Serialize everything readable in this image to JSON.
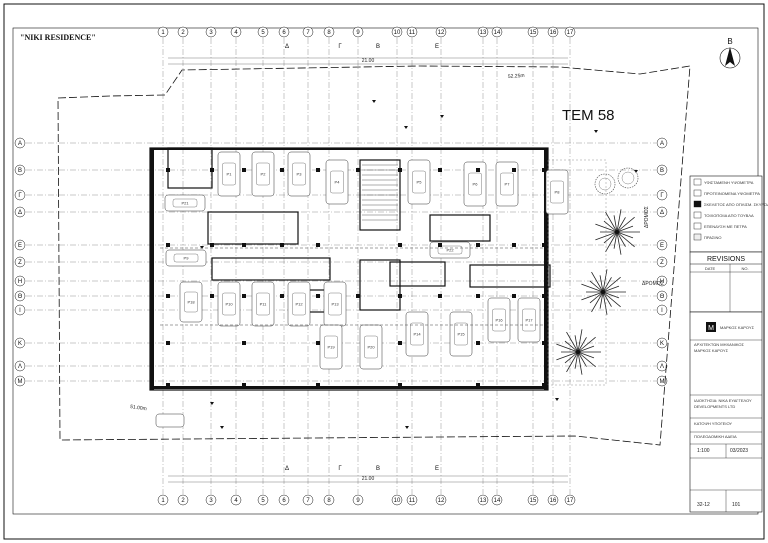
{
  "title": "\"NIKI RESIDENCE\"",
  "plot_label": "TEM 58",
  "road_label": "ΔΡΟΜΟΣ",
  "grid_numbers": [
    "1",
    "2",
    "3",
    "4",
    "5",
    "6",
    "7",
    "8",
    "9",
    "10",
    "11",
    "12",
    "13",
    "14",
    "15",
    "16",
    "17"
  ],
  "grid_greek_top": [
    "Δ",
    "Γ",
    "Β",
    "Ε"
  ],
  "grid_letters_left": [
    "A",
    "B",
    "Γ",
    "Δ",
    "E",
    "Z",
    "H",
    "Θ",
    "I",
    "K",
    "Λ",
    "M"
  ],
  "north_label": "B",
  "distances": [
    "52.25m",
    "51.00m",
    "21.00",
    "21.00"
  ],
  "legend": {
    "items": [
      "ΥΦΙΣΤΑΜΕΝΗ ΥΨΟΜΕΤΡΑ",
      "ΠΡΟΤΕΙΝΟΜΕΝΑ ΥΨΟΜΕΤΡΑ",
      "ΣΚΕΛΕΤΟΣ ΑΠΟ ΟΠΛΙΣΜ. ΣΚΥΡΟΔΕΜΑ",
      "ΤΟΙΧΟΠΟΙΙΑ ΑΠΟ ΤΟΥΒΛΑ",
      "ΕΠΕΝΔΥΣΗ ΜΕ ΠΕΤΡΑ",
      "ΠΡΑΣΙΝΟ"
    ]
  },
  "revisions": {
    "header": "REVISIONS",
    "cols": [
      "DATE",
      "NO."
    ]
  },
  "titleblock": {
    "logo_text": "M",
    "firm": "ΜΑΡΚΟΣ ΚΑΡΟΥΣ",
    "lines": [
      "ΑΡΧΙΤΕΚΤΩΝ ΜΗΧΑΝΙΚΟΣ",
      "ΜΑΡΚΟΣ ΚΑΡΟΥΣ",
      "ΠΟΛΕΟΔΟΜΙΚΗ ΑΔΕΙΑ",
      "ΙΔΙΟΚΤΗΣΙΑ: ΝΙΚΑ ΕΥΑΓΓΕΛΟΥ",
      "DEVELOPMENTS LTD",
      "ΚΑΤΟΨΗ ΥΠΟΓΕΙΟΥ"
    ],
    "scale": "1:100",
    "date": "03/2023",
    "drawing_no": "32-12",
    "sheet_no": "101"
  },
  "car_labels": [
    "P1",
    "P2",
    "P3",
    "P4",
    "P5",
    "P6",
    "P7",
    "P8",
    "P9",
    "P10",
    "P11",
    "P12",
    "P13",
    "P14",
    "P15",
    "P16",
    "P17",
    "P18",
    "P19",
    "P20",
    "P21",
    "P22"
  ],
  "colors": {
    "line": "#111111",
    "grid": "#777777",
    "paper": "#ffffff"
  }
}
